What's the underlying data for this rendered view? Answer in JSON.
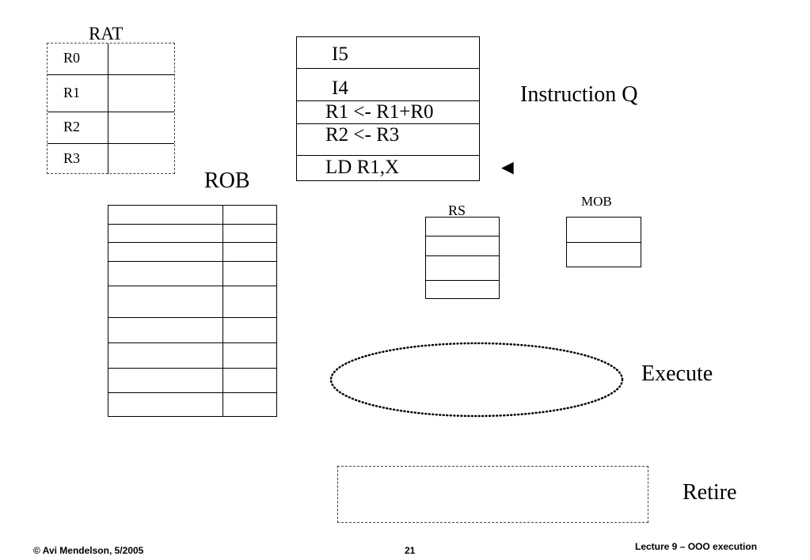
{
  "rat": {
    "title": "RAT",
    "rows": [
      "R0",
      "R1",
      "R2",
      "R3"
    ]
  },
  "instruction_queue": {
    "label": "Instruction Q",
    "entries": [
      "I5",
      "I4",
      "R1 <- R1+R0",
      "R2 <- R3",
      "LD R1,X"
    ],
    "pointer_glyph": "◄"
  },
  "rob": {
    "title": "ROB"
  },
  "rs": {
    "title": "RS"
  },
  "mob": {
    "title": "MOB"
  },
  "execute": {
    "label": "Execute"
  },
  "retire": {
    "label": "Retire"
  },
  "footer": {
    "copyright": "© Avi Mendelson, 5/2005",
    "page_number": "21",
    "lecture": "Lecture 9 – OOO execution"
  }
}
